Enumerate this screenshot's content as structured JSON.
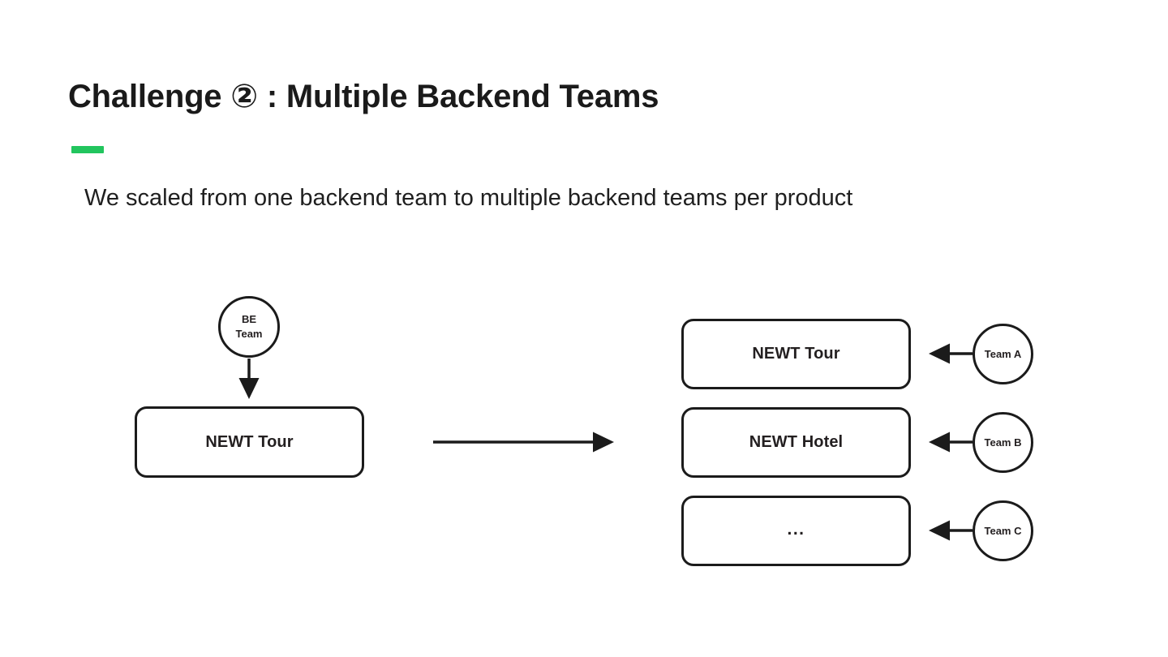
{
  "slide": {
    "title": "Challenge ② : Multiple Backend Teams",
    "subtitle": "We scaled from one backend team to multiple backend teams per product",
    "accent_color": "#22c55e",
    "background_color": "#ffffff",
    "stroke_color": "#1b1b1b",
    "text_color": "#231f20"
  },
  "diagram": {
    "before": {
      "team_circle": {
        "line1": "BE",
        "line2": "Team"
      },
      "product_box": {
        "label": "NEWT Tour"
      },
      "arrow": {
        "direction": "down",
        "from": "be-team-circle",
        "to": "left-newt-tour-box"
      }
    },
    "transition_arrow": {
      "direction": "right",
      "label": ""
    },
    "after": {
      "rows": [
        {
          "product": "NEWT Tour",
          "team": "Team A",
          "arrow_direction": "left"
        },
        {
          "product": "NEWT Hotel",
          "team": "Team B",
          "arrow_direction": "left"
        },
        {
          "product": "...",
          "team": "Team C",
          "arrow_direction": "left"
        }
      ]
    }
  }
}
